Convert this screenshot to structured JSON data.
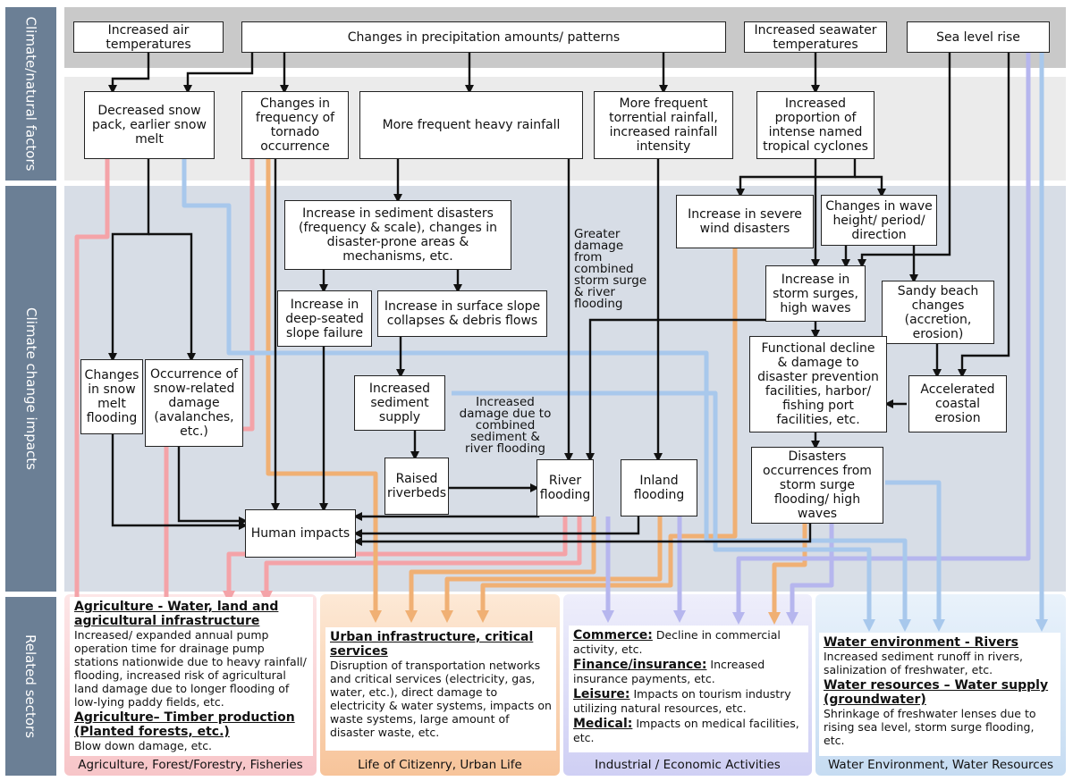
{
  "bands": {
    "climate": "Climate/natural factors",
    "impacts": "Climate change impacts",
    "sectors": "Related sectors"
  },
  "boxes": {
    "air_temp": "Increased air\ntemperatures",
    "precip": "Changes in precipitation amounts/ patterns",
    "seawater": "Increased seawater\ntemperatures",
    "sea_level": "Sea level rise",
    "snow": "Decreased snow\npack, earlier snow\nmelt",
    "tornado": "Changes in\nfrequency of\ntornado\noccurrence",
    "heavy_rain": "More frequent heavy rainfall",
    "torrential": "More frequent\ntorrential rainfall,\nincreased rainfall\nintensity",
    "cyclones": "Increased\nproportion of\nintense named\ntropical cyclones",
    "sediment": "Increase in sediment disasters\n(frequency & scale), changes in\ndisaster-prone areas &\nmechanisms, etc.",
    "wind": "Increase in severe\nwind disasters",
    "wave": "Changes in wave\nheight/ period/\ndirection",
    "deep": "Increase in\ndeep-seated\nslope failure",
    "surface": "Increase in surface slope\ncollapses & debris flows",
    "storm": "Increase in\nstorm surges,\nhigh waves",
    "beach": "Sandy beach\nchanges\n(accretion,\nerosion)",
    "snow_flood": "Changes\nin snow\nmelt\nflooding",
    "snow_damage": "Occurrence of\nsnow-related\ndamage\n(avalanches,\netc.)",
    "sed_supply": "Increased\nsediment\nsupply",
    "functional": "Functional decline\n& damage to\ndisaster prevention\nfacilities, harbor/\nfishing port\nfacilities, etc.",
    "coastal": "Accelerated\ncoastal\nerosion",
    "riverbeds": "Raised\nriverbeds",
    "river_flood": "River\nflooding",
    "inland": "Inland\nflooding",
    "disasters": "Disasters\noccurrences from\nstorm surge\nflooding/ high\nwaves",
    "human": "Human impacts"
  },
  "free_text": {
    "greater": "Greater\ndamage\nfrom\ncombined\nstorm surge\n& river\nflooding",
    "increased_damage": "Increased\ndamage due to\ncombined\nsediment &\nriver flooding"
  },
  "sectors": {
    "agri": {
      "title1": "Agriculture - Water, land and agricultural infrastructure",
      "body1": "Increased/ expanded annual pump operation time for drainage pump stations nationwide due to heavy rainfall/ flooding, increased risk of agricultural land damage due to longer flooding of low-lying paddy fields, etc.",
      "title2": "Agriculture– Timber production (Planted forests, etc.)",
      "body2": "Blow down damage, etc.",
      "footer": "Agriculture, Forest/Forestry, Fisheries"
    },
    "urban": {
      "title": "Urban infrastructure, critical services",
      "body": "Disruption of transportation networks and critical services (electricity, gas, water, etc.), direct damage to electricity & water systems, impacts on waste systems, large amount of disaster waste, etc.",
      "footer": "Life of Citizenry, Urban Life"
    },
    "industry": {
      "commerce_label": "Commerce:",
      "commerce_text": " Decline in commercial activity, etc.",
      "finance_label": "Finance/insurance:",
      "finance_text": " Increased insurance payments, etc.",
      "leisure_label": "Leisure:",
      "leisure_text": " Impacts on tourism industry utilizing natural resources, etc.",
      "medical_label": "Medical:",
      "medical_text": " Impacts on medical facilities, etc.",
      "footer": "Industrial / Economic Activities"
    },
    "water": {
      "title1": "Water environment - Rivers",
      "body1": "Increased sediment runoff in rivers, salinization of freshwater, etc.",
      "title2": "Water resources – Water supply (groundwater)",
      "body2": "Shrinkage of freshwater lenses due to rising sea level, storm surge flooding, etc.",
      "footer": "Water Environment, Water Resources"
    }
  },
  "colors": {
    "agri": "#f4a3a8",
    "urban": "#f0b074",
    "industry": "#b6b6ee",
    "water": "#a8c8ec"
  }
}
